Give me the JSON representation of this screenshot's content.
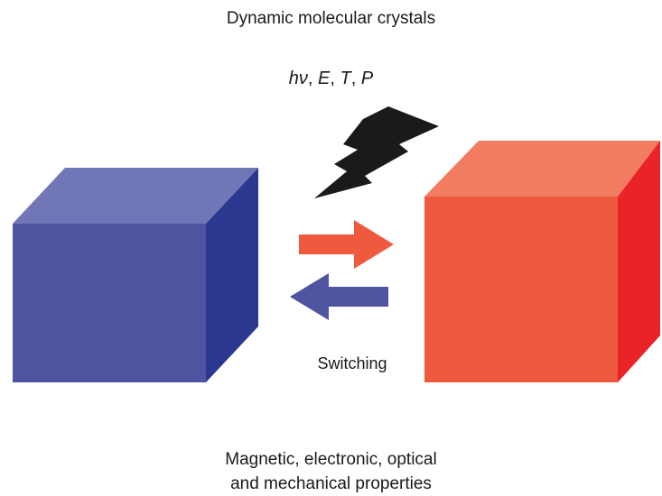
{
  "title": "Dynamic molecular crystals",
  "stimuli": {
    "h": "h",
    "nu": "ν",
    "sep1": ", ",
    "E": "E",
    "sep2": ", ",
    "T": "T",
    "sep3": ", ",
    "P": "P"
  },
  "switching_label": "Switching",
  "caption": {
    "line1": "Magnetic, electronic, optical",
    "line2": "and mechanical properties"
  },
  "colors": {
    "blue_front": "#4f54a0",
    "blue_top": "#7176b6",
    "blue_side": "#2a3890",
    "red_front": "#ef5a3f",
    "red_top": "#f27c60",
    "red_side": "#e92328",
    "lightning": "#1a1a1a",
    "arrow_forward": "#ef5a3f",
    "arrow_back": "#4f54a0"
  },
  "icons": {
    "lightning": "lightning-bolt-icon",
    "forward_arrow": "arrow-right-icon",
    "back_arrow": "arrow-left-icon"
  }
}
